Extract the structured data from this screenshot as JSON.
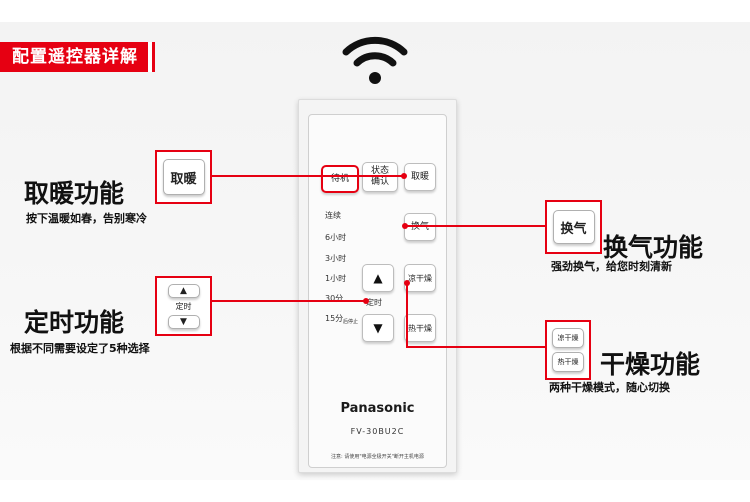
{
  "header": {
    "title": "配置遥控器详解"
  },
  "remote": {
    "brand": "Panasonic",
    "model": "FV-30BU2C",
    "notice": "注意: 请使用\"电源全极开关\"断开主机电源",
    "buttons": {
      "standby": "待机",
      "status_confirm_line1": "状态",
      "status_confirm_line2": "确认",
      "heating": "取暖",
      "ventilation": "换气",
      "cool_dry": "凉干燥",
      "hot_dry": "热干燥",
      "timer": "定时",
      "up": "▲",
      "down": "▼"
    },
    "timer_labels": [
      "连续",
      "6小时",
      "3小时",
      "1小时",
      "30分",
      "15分"
    ],
    "timer_sub": "后停止"
  },
  "features": {
    "heating": {
      "title": "取暖功能",
      "subtitle": "按下温暖如春，告别寒冷",
      "button": "取暖"
    },
    "timer": {
      "title": "定时功能",
      "subtitle": "根据不同需要设定了5种选择",
      "button": "定时"
    },
    "ventilation": {
      "title": "换气功能",
      "subtitle": "强劲换气，给您时刻清新",
      "button": "换气"
    },
    "drying": {
      "title": "干燥功能",
      "subtitle": "两种干燥模式，随心切换",
      "button_cool": "凉干燥",
      "button_hot": "热干燥"
    }
  },
  "colors": {
    "accent": "#e60012",
    "background": "#f3f3f3"
  }
}
